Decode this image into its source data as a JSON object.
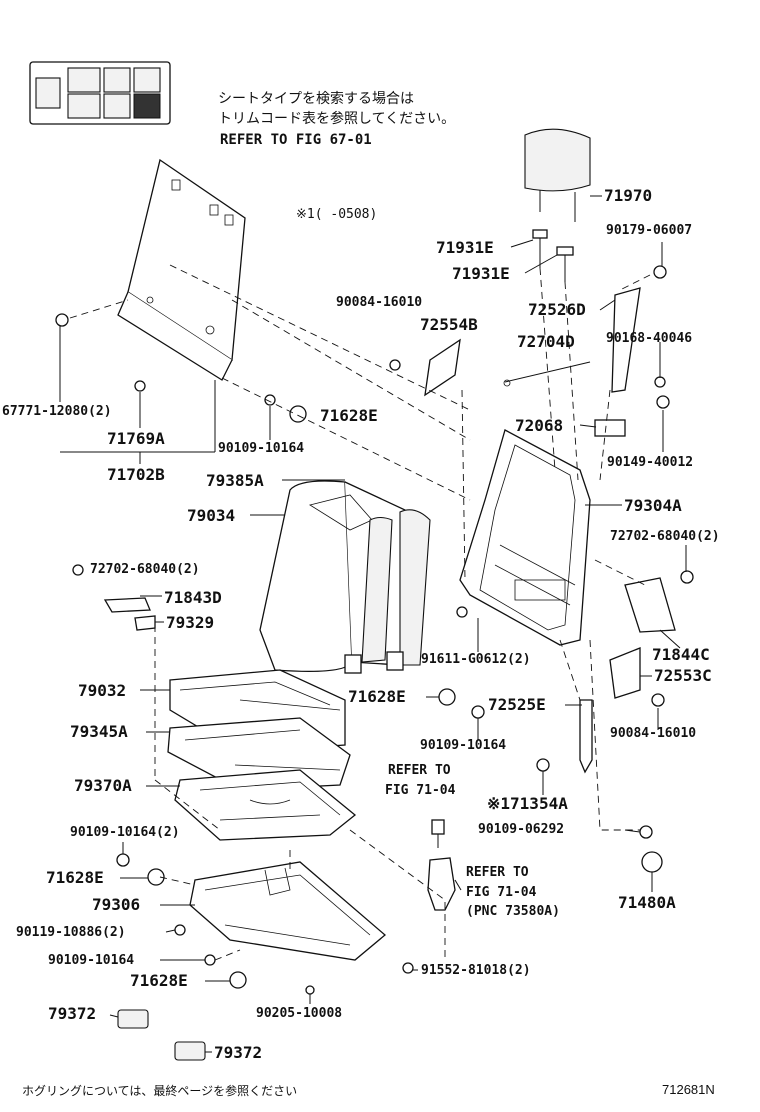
{
  "notes": {
    "jp_line1": "シートタイプを検索する場合は",
    "jp_line2": "トリムコード表を参照してください。",
    "refer_fig": "REFER TO FIG 67-01",
    "applicability": "※1(    -0508)",
    "refer_71_04_a_line1": "REFER TO",
    "refer_71_04_a_line2": "FIG 71-04",
    "refer_71_04_b_line1": "REFER TO",
    "refer_71_04_b_line2": "FIG 71-04",
    "refer_71_04_b_line3": "(PNC 73580A)"
  },
  "footer": {
    "note": "ホグリングについては、最終ページを参照ください",
    "code": "712681N"
  },
  "parts": {
    "p71970": "71970",
    "p90179_06007": "90179-06007",
    "p71931e_1": "71931E",
    "p71931e_2": "71931E",
    "p72526d": "72526D",
    "p90084_16010_a": "90084-16010",
    "p72554b": "72554B",
    "p72704d": "72704D",
    "p90168_40046": "90168-40046",
    "p67771_12080": "67771-12080(2)",
    "p71769a": "71769A",
    "p71702b": "71702B",
    "p71628e_a": "71628E",
    "p90109_10164_a": "90109-10164",
    "p72068": "72068",
    "p90149_40012": "90149-40012",
    "p79385a": "79385A",
    "p79304a": "79304A",
    "p79034": "79034",
    "p72702_68040_a": "72702-68040(2)",
    "p72702_68040_b": "72702-68040(2)",
    "p71843d": "71843D",
    "p79329": "79329",
    "p91611_g0612": "91611-G0612(2)",
    "p71844c": "71844C",
    "p72553c": "72553C",
    "p79032": "79032",
    "p71628e_b": "71628E",
    "p72525e": "72525E",
    "p90084_16010_b": "90084-16010",
    "p79345a": "79345A",
    "p90109_10164_b": "90109-10164",
    "p79370a": "79370A",
    "p71354a": "※171354A",
    "p90109_10164_c": "90109-10164(2)",
    "p90109_06292": "90109-06292",
    "p71628e_c": "71628E",
    "p79306": "79306",
    "p71480a": "71480A",
    "p90119_10886": "90119-10886(2)",
    "p90109_10164_d": "90109-10164",
    "p91552_81018": "91552-81018(2)",
    "p71628e_d": "71628E",
    "p90205_10008": "90205-10008",
    "p79372_a": "79372",
    "p79372_b": "79372"
  }
}
